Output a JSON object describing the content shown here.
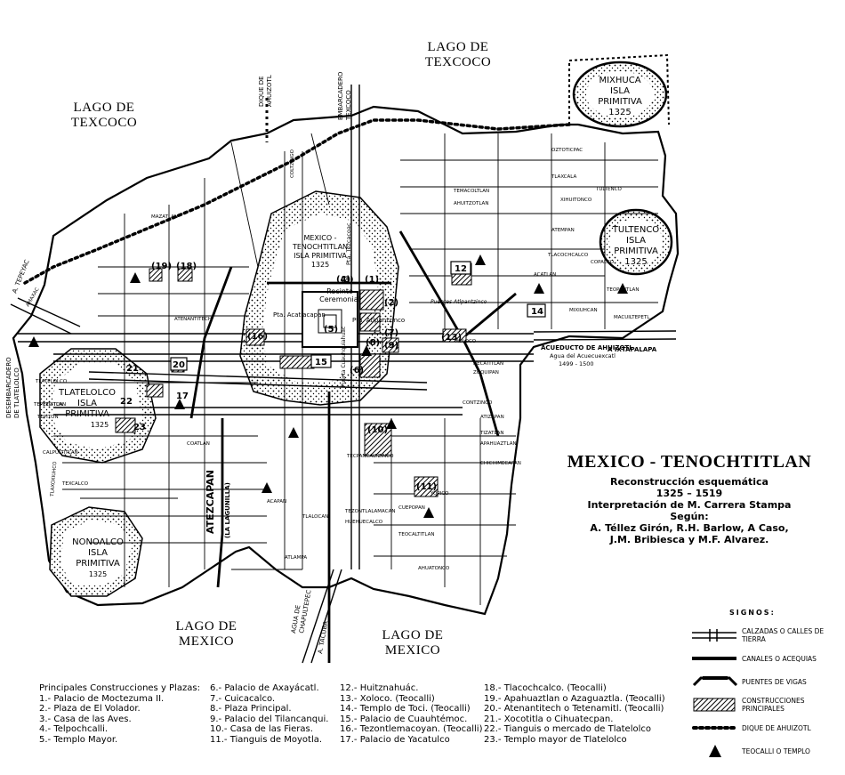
{
  "map": {
    "lakes": {
      "texcoco_top": [
        "LAGO DE",
        "TEXCOCO"
      ],
      "texcoco_left": [
        "LAGO DE",
        "TEXCOCO"
      ],
      "mexico_left": [
        "LAGO DE",
        "MEXICO"
      ],
      "mexico_right": [
        "LAGO DE",
        "MEXICO"
      ]
    },
    "islands": {
      "mixhuca": [
        "MIXHUCA",
        "ISLA",
        "PRIMITIVA",
        "1325"
      ],
      "tultenco": [
        "TULTENCO",
        "ISLA",
        "PRIMITIVA",
        "1325"
      ],
      "tenochtitlan": [
        "MEXICO -",
        "TENOCHTITLAN",
        "ISLA PRIMITIVA",
        "1325"
      ],
      "tlatelolco": [
        "TLATELOLCO",
        "ISLA",
        "PRIMITIVA",
        "1325"
      ],
      "nonoalco": [
        "NONOALCO",
        "ISLA",
        "PRIMITIVA",
        "1325"
      ]
    },
    "center_labels": {
      "recinto": [
        "Recinto",
        "Ceremonial"
      ],
      "acatlacapan": "Pta. Acatlacapan",
      "atlpantzinco": "Pta. Atlpantzinco",
      "pta_tezcacoac": "Pta. Tezcacoac",
      "puerta_cuauhquiahuac": "Puerta Cuauhquiahuac",
      "puentes": "Puentes Atlpantzinco"
    },
    "causeways": {
      "dique_ahuizotl": [
        "DIQUE DE",
        "AHUIZOTL"
      ],
      "embarcadero_texcoco": [
        "EMBARCADERO",
        "TEXCOCO"
      ],
      "tepeyac": "A. TEPEYAC",
      "desembarcadero": [
        "DESEMBARCADERO",
        "DE TLATELOLCO"
      ],
      "atezcapan": "ATEZCAPAN",
      "laguna": "(LA LAGUNILLA)",
      "aqua_chapultepec": [
        "AGUA DE",
        "CHAPULTEPEC"
      ],
      "tacuba": "A. TACUBA",
      "acueducto": [
        "ACUEDUCTO DE AHUIZOTL",
        "Agua del Acuecuexcatl",
        "1499 - 1500"
      ],
      "ixtapalapa": "A IXTAPALAPA"
    },
    "numbers": [
      "(1)",
      "(2)",
      "(3)",
      "(4)",
      "(5)",
      "(6)",
      "(7)",
      "(8)",
      "(9)",
      "(10)",
      "(11)",
      "12",
      "(13)",
      "14",
      "15",
      "(16)",
      "17",
      "(18)",
      "(19)",
      "20",
      "21",
      "22",
      "23"
    ],
    "districts": [
      "TLATELOLCO",
      "COLTZINGO",
      "AHUITZOTLAN",
      "TLAXCALA",
      "ATENANTITECH",
      "TEXCALCO",
      "COATLAN",
      "TEMACOLTLAN",
      "ACAPAN",
      "MAZATLAN",
      "ZOQUIPAN",
      "MIXIUHCAN",
      "TULTENCO",
      "OZTOTICPAC",
      "ATEMPAN",
      "XIHUITONCO",
      "TLACOCHCALCO",
      "YOPICO",
      "TEOCALTITLAN",
      "ATLAMPA",
      "CUEPOPAN",
      "TLALOCAN",
      "TECPANCALTZINCO",
      "CONTZINCO",
      "TEZONTLALAMACAN",
      "HUEHUECALCO",
      "XOLOCO",
      "ATIZAPAN",
      "APAHUAZTLAN",
      "TIZATLAN",
      "COPALCO",
      "ACATLAN",
      "TEOPANTLAN",
      "MACUILTEPETL",
      "NECATITLAN",
      "CHICHIMECAPAN",
      "TEPETLITLAN",
      "AMAXAC",
      "TEPITON",
      "CALPULTITLAN",
      "TLAXOXIUHCO",
      "TEPITON",
      "AHUATONCO"
    ]
  },
  "title": {
    "main": "MEXICO - TENOCHTITLAN",
    "sub": "Reconstrucción esquemática",
    "years": "1325 – 1519",
    "interp": "Interpretación de M. Carrera Stampa",
    "segun": "Según:",
    "authors1": "A. Téllez Girón, R.H. Barlow, A Caso,",
    "authors2": "J.M. Bribiesca y M.F. Alvarez."
  },
  "legend": {
    "header": "SIGNOS:",
    "items": [
      "CALZADAS O CALLES DE TIERRA",
      "CANALES O ACEQUIAS",
      "PUENTES DE VIGAS",
      "CONSTRUCCIONES PRINCIPALES",
      "DIQUE DE AHUIZOTL",
      "TEOCALLI O TEMPLO"
    ]
  },
  "places": {
    "heading": "Principales Construcciones y Plazas:",
    "col1": [
      "1.- Palacio de Moctezuma II.",
      "2.- Plaza de El Volador.",
      "3.- Casa de las Aves.",
      "4.- Telpochcalli.",
      "5.- Templo Mayor."
    ],
    "col2": [
      "6.- Palacio de Axayácatl.",
      "7.- Cuicacalco.",
      "8.- Plaza Principal.",
      "9.- Palacio del Tilancanqui.",
      "10.- Casa de las Fieras.",
      "11.- Tianguis de Moyotla."
    ],
    "col3": [
      "12.- Huitznahuác.",
      "13.- Xoloco. (Teocalli)",
      "14.- Templo de Toci. (Teocalli)",
      "15.- Palacio de Cuauhtémoc.",
      "16.- Tezontlemacoyan. (Teocalli)",
      "17.- Palacio de Yacatulco"
    ],
    "col4": [
      "18.- Tlacochcalco. (Teocalli)",
      "19.- Apahuaztlan o Azaguaztla. (Teocalli)",
      "20.- Atenantitech o Tetenamitl. (Teocalli)",
      "21.- Xocotitla o Cihuatecpan.",
      "22.- Tianguis o mercado de Tlatelolco",
      "23.- Templo mayor de Tlatelolco"
    ]
  }
}
